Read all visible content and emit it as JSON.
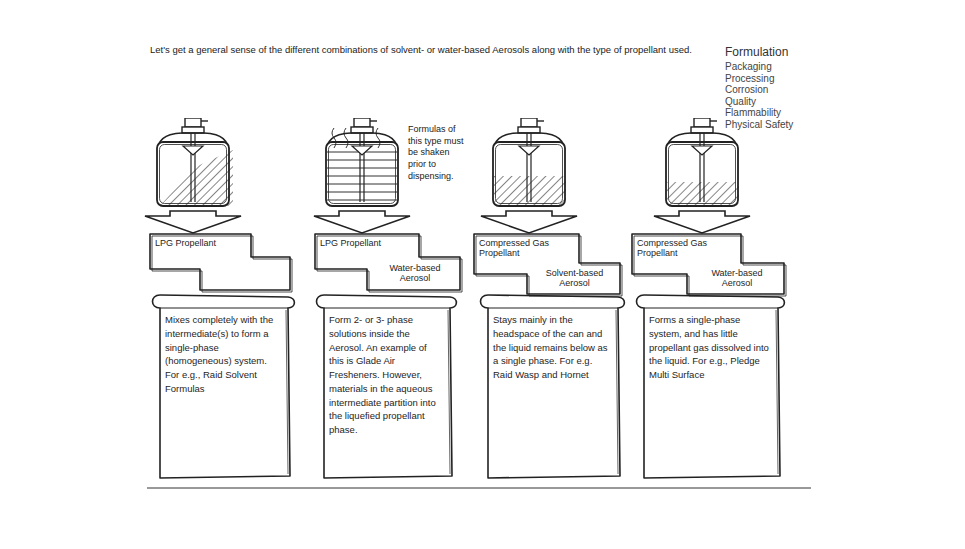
{
  "diagram": {
    "title": "Let's get a general sense of the different combinations of solvent- or water-based Aerosols along with the type of propellant used.",
    "nodes": [
      {
        "text": [
          "LPG Propellant"
        ]
      },
      {
        "text": [
          "LPG Propellant",
          "Water-based Aerosol"
        ]
      },
      {
        "text": [
          "Compressed Gas Propellant",
          "Solvent-based Aerosol"
        ]
      },
      {
        "text": [
          "Compressed Gas Propellant",
          "Water-based Aerosol"
        ]
      },
      {
        "text": [
          "Mixes completely with the intermediate(s) to form a single-phase (homogeneous) system. For e.g., Raid Solvent Formulas"
        ]
      },
      {
        "text": [
          "Form 2- or 3- phase solutions inside the Aerosol. An example of this is Glade Air Fresheners. However, materials in the aqueous intermediate partition into the liquefied propellant phase."
        ]
      },
      {
        "text": [
          "Stays mainly in the headspace of the can and the liquid remains below as a single phase. For e.g. Raid Wasp and Hornet"
        ]
      },
      {
        "text": [
          "Forms a single-phase system, and has little propellant gas dissolved into the liquid. For e.g., Pledge Multi Surface"
        ]
      }
    ],
    "labels": [
      "Formulation",
      "Packaging",
      "Processing",
      "Corrosion",
      "Quality",
      "Flammability",
      "Physical Safety",
      "Formulas of this type must be shaken prior to dispensing."
    ]
  }
}
